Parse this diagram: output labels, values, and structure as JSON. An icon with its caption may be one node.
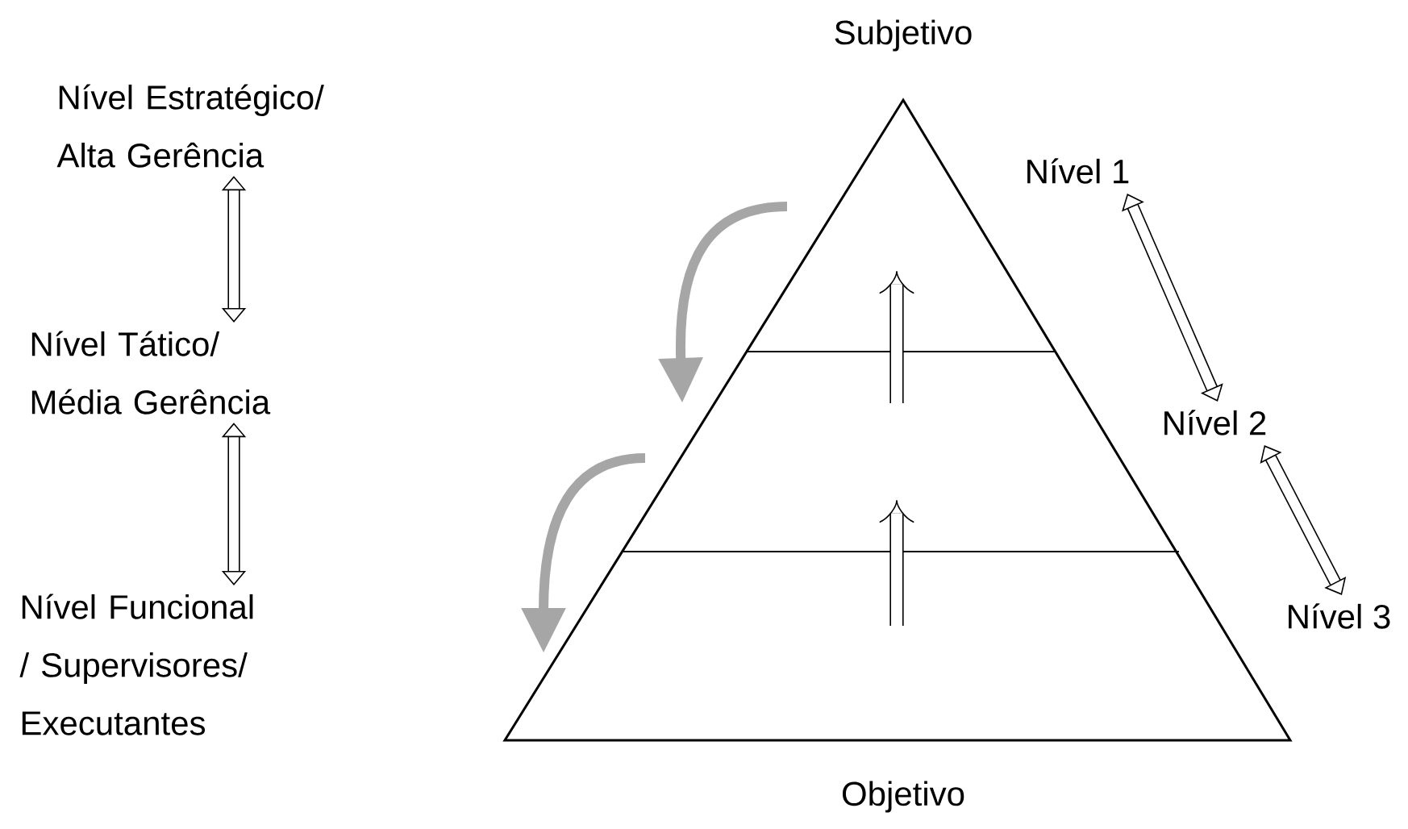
{
  "diagram": {
    "nodes": [
      {
        "text": [
          "Nível Estratégico/ Alta Gerência"
        ]
      },
      {
        "text": [
          "Nível Tático/ Média Gerência"
        ]
      },
      {
        "text": [
          "Nível Funcional / Supervisores/ Executantes"
        ]
      },
      {
        "text": [
          "Nível 1"
        ]
      },
      {
        "text": [
          "Nível 2"
        ]
      },
      {
        "text": [
          "Nível 3"
        ]
      }
    ],
    "edges": [
      {
        "from": 0,
        "to": 1,
        "arrow": "both"
      },
      {
        "from": 1,
        "to": 2,
        "arrow": "both"
      },
      {
        "from": 3,
        "to": 4,
        "arrow": "both"
      },
      {
        "from": 4,
        "to": 5,
        "arrow": "both"
      }
    ],
    "labels": [
      "Subjetivo",
      "Objetivo"
    ]
  }
}
